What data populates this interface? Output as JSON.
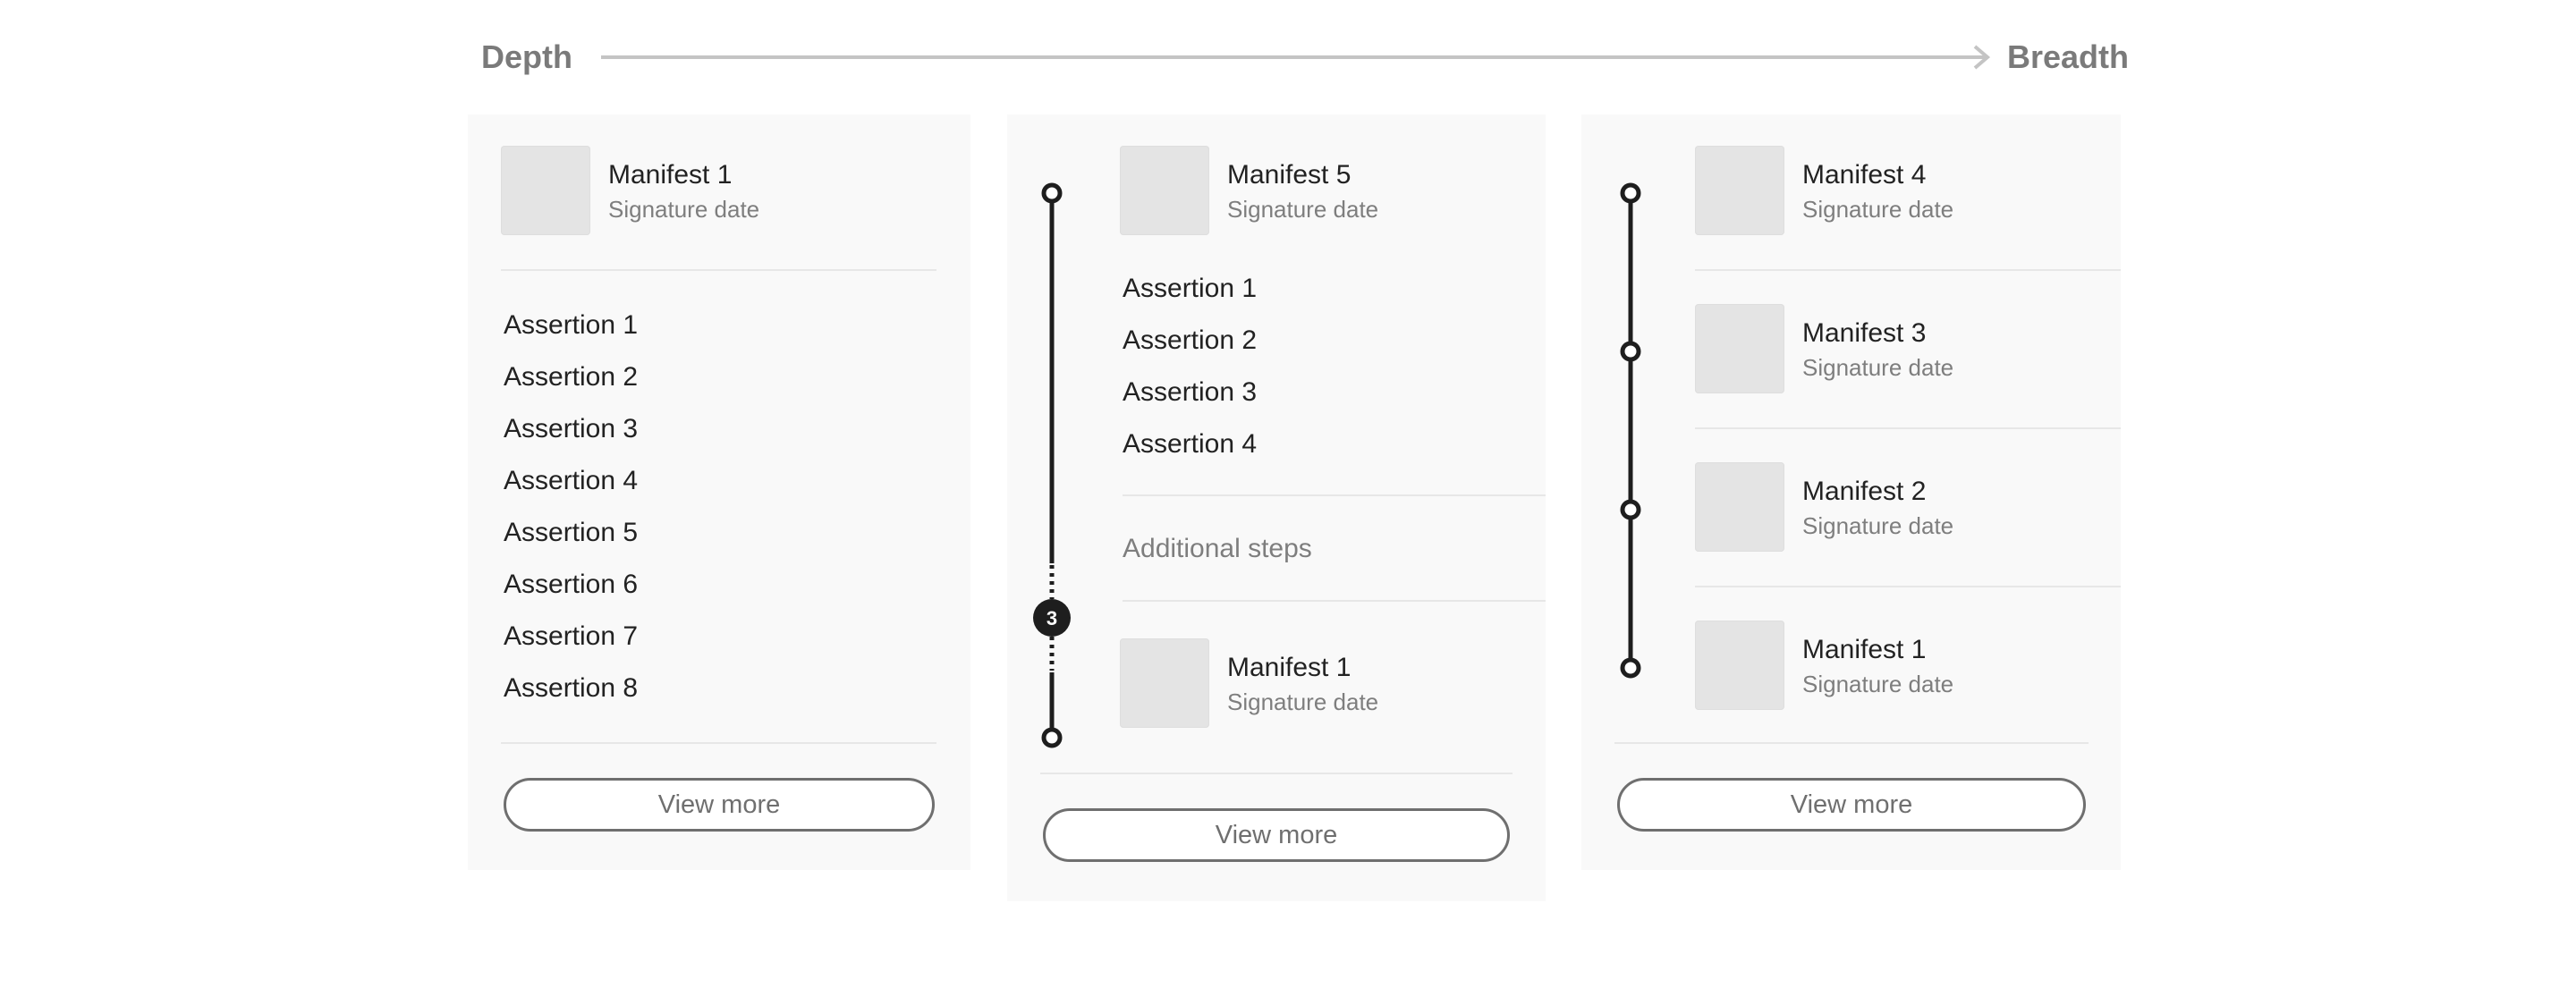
{
  "axis": {
    "depth_label": "Depth",
    "breadth_label": "Breadth"
  },
  "depth_card": {
    "manifest": {
      "title": "Manifest 1",
      "subtitle": "Signature date"
    },
    "assertions": [
      "Assertion 1",
      "Assertion 2",
      "Assertion 3",
      "Assertion 4",
      "Assertion 5",
      "Assertion 6",
      "Assertion 7",
      "Assertion 8"
    ],
    "view_more_label": "View more"
  },
  "mixed_card": {
    "top_manifest": {
      "title": "Manifest 5",
      "subtitle": "Signature date"
    },
    "assertions": [
      "Assertion 1",
      "Assertion 2",
      "Assertion 3",
      "Assertion 4"
    ],
    "additional_steps": {
      "count": "3",
      "label": "Additional steps"
    },
    "bottom_manifest": {
      "title": "Manifest 1",
      "subtitle": "Signature date"
    },
    "view_more_label": "View more"
  },
  "breadth_card": {
    "manifests": [
      {
        "title": "Manifest 4",
        "subtitle": "Signature date"
      },
      {
        "title": "Manifest 3",
        "subtitle": "Signature date"
      },
      {
        "title": "Manifest 2",
        "subtitle": "Signature date"
      },
      {
        "title": "Manifest 1",
        "subtitle": "Signature date"
      }
    ],
    "view_more_label": "View more"
  },
  "colors": {
    "card_background": "#f9f9f9",
    "thumbnail": "#e4e4e4",
    "timeline": "#1e1e1e",
    "button_border": "#6f6f6f",
    "axis": "#c4c4c4"
  }
}
